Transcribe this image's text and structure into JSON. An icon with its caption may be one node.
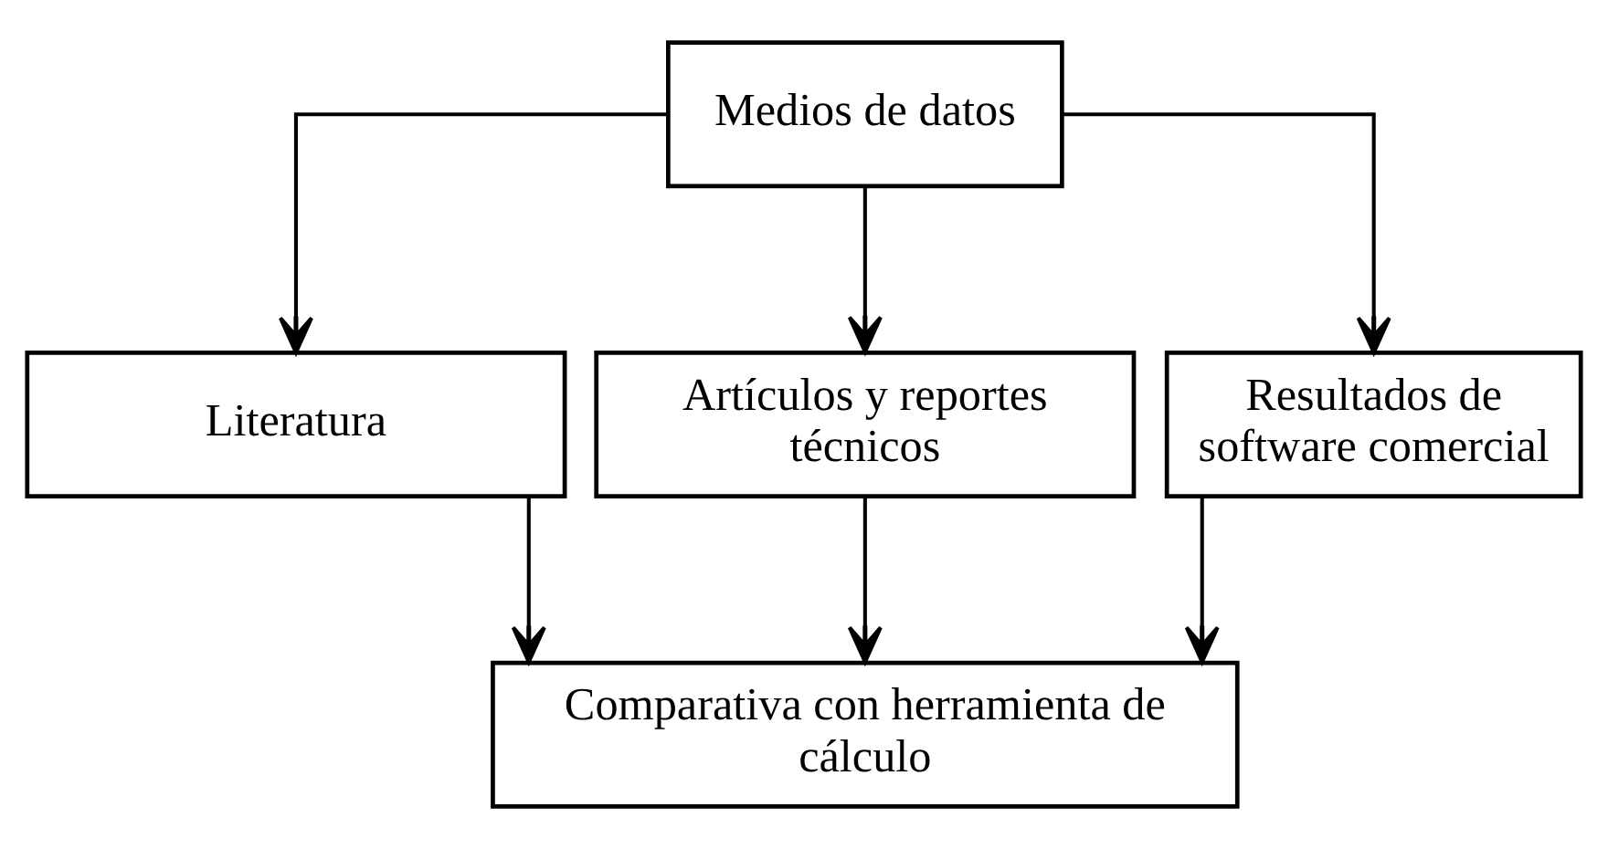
{
  "diagram": {
    "nodes": [
      {
        "text": [
          "Medios de datos"
        ]
      },
      {
        "text": [
          "Literatura"
        ]
      },
      {
        "text": [
          "Artículos y reportes técnicos"
        ]
      },
      {
        "text": [
          "Resultados de software comercial"
        ]
      },
      {
        "text": [
          "Comparativa con herramienta de cálculo"
        ]
      }
    ],
    "edges": [
      {
        "from": 0,
        "to": 1,
        "arrow": "to"
      },
      {
        "from": 0,
        "to": 2,
        "arrow": "to"
      },
      {
        "from": 0,
        "to": 3,
        "arrow": "to"
      },
      {
        "from": 1,
        "to": 4,
        "arrow": "to"
      },
      {
        "from": 2,
        "to": 4,
        "arrow": "to"
      },
      {
        "from": 3,
        "to": 4,
        "arrow": "to"
      }
    ]
  }
}
